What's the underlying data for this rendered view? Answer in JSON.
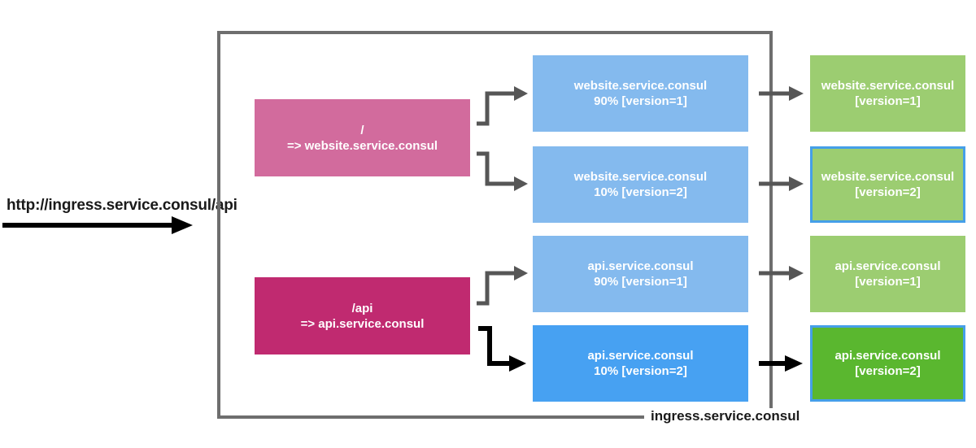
{
  "colors": {
    "route_website_bg": "#d26b9d",
    "route_api_bg": "#c02a70",
    "upstream_light_blue": "#84baee",
    "upstream_dark_blue": "#47a1f2",
    "instance_light_green": "#9ccd71",
    "instance_dark_green": "#5ab72f",
    "selected_border_blue": "#459fe8",
    "ingress_border_gray": "#6e6e6e",
    "arrow_gray": "#565656",
    "arrow_black": "#000000",
    "text_white": "#ffffff",
    "text_dark": "#1a1a1a"
  },
  "request": {
    "url": "http://ingress.service.consul/api"
  },
  "ingress": {
    "label": "ingress.service.consul",
    "routes": [
      {
        "path": "/",
        "target": "=> website.service.consul"
      },
      {
        "path": "/api",
        "target": "=> api.service.consul"
      }
    ],
    "upstreams": [
      {
        "name": "website.service.consul",
        "weight": "90% [version=1]",
        "highlighted": false
      },
      {
        "name": "website.service.consul",
        "weight": "10% [version=2]",
        "highlighted": false
      },
      {
        "name": "api.service.consul",
        "weight": "90% [version=1]",
        "highlighted": false
      },
      {
        "name": "api.service.consul",
        "weight": "10% [version=2]",
        "highlighted": true
      }
    ]
  },
  "instances": [
    {
      "name": "website.service.consul",
      "version": "[version=1]",
      "selected": false
    },
    {
      "name": "website.service.consul",
      "version": "[version=2]",
      "selected": true
    },
    {
      "name": "api.service.consul",
      "version": "[version=1]",
      "selected": false
    },
    {
      "name": "api.service.consul",
      "version": "[version=2]",
      "selected": true
    }
  ]
}
